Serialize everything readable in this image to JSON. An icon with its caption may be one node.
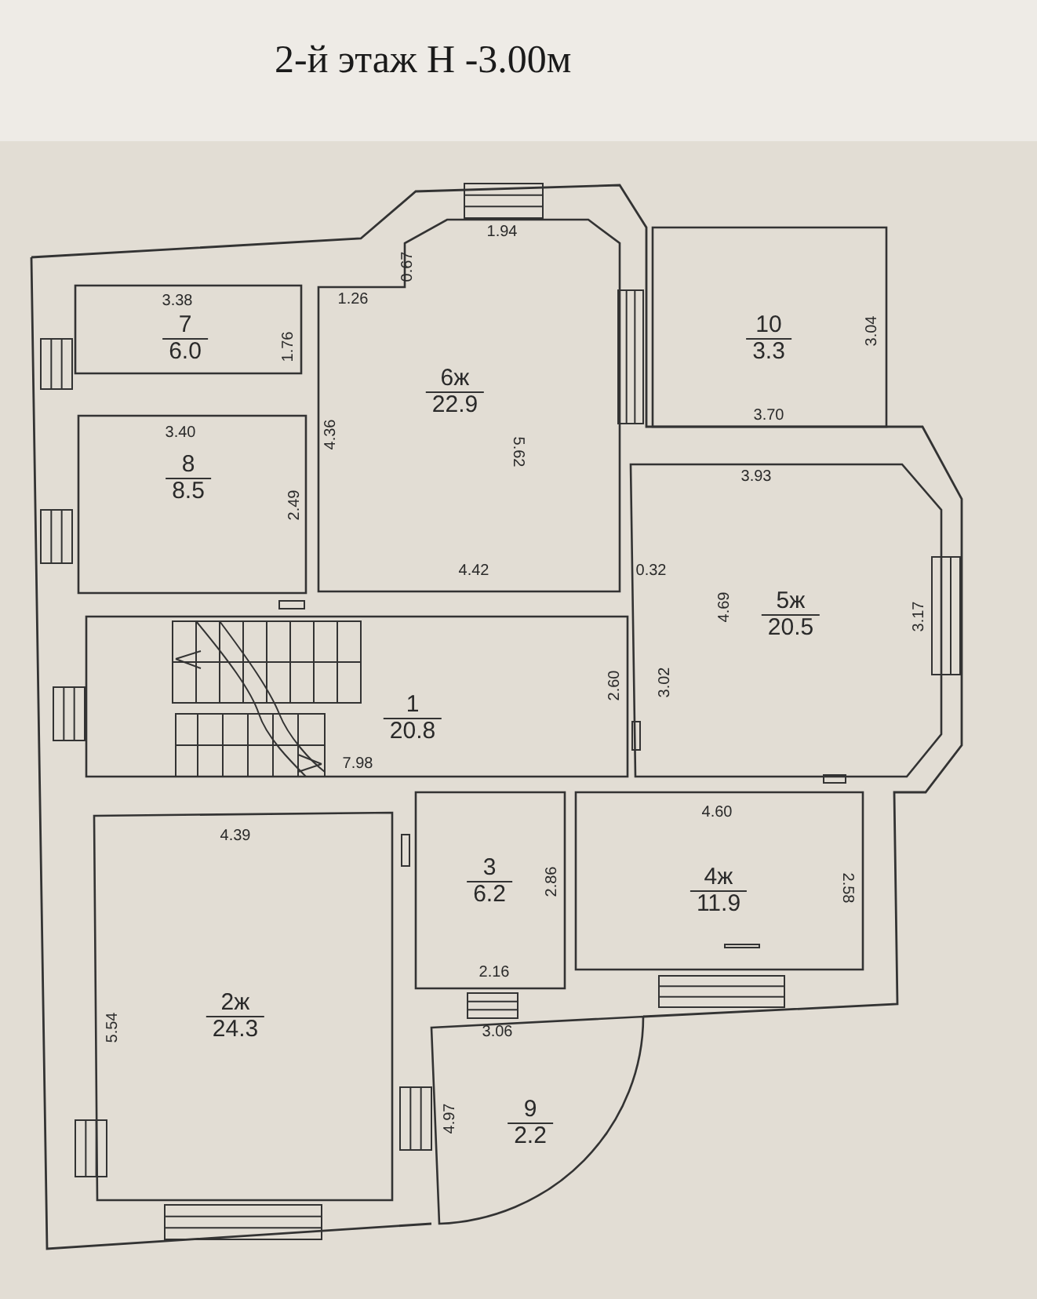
{
  "diagram": {
    "title": "2-й этаж Н -3.00м",
    "nodes": [
      {
        "text": [
          "7",
          "6.0"
        ]
      },
      {
        "text": [
          "6ж",
          "22.9"
        ]
      },
      {
        "text": [
          "10",
          "3.3"
        ]
      },
      {
        "text": [
          "8",
          "8.5"
        ]
      },
      {
        "text": [
          "5ж",
          "20.5"
        ]
      },
      {
        "text": [
          "1",
          "20.8"
        ]
      },
      {
        "text": [
          "2ж",
          "24.3"
        ]
      },
      {
        "text": [
          "3",
          "6.2"
        ]
      },
      {
        "text": [
          "4ж",
          "11.9"
        ]
      },
      {
        "text": [
          "9",
          "2.2"
        ]
      }
    ],
    "edges": [],
    "labels": [
      "1.94",
      "0.67",
      "3.38",
      "1.26",
      "1.76",
      "3.04",
      "3.70",
      "3.40",
      "4.36",
      "5.62",
      "3.93",
      "2.49",
      "4.42",
      "0.32",
      "4.69",
      "3.17",
      "2.60",
      "3.02",
      "7.98",
      "4.39",
      "4.60",
      "2.86",
      "2.58",
      "2.16",
      "3.06",
      "5.54",
      "4.97"
    ]
  }
}
